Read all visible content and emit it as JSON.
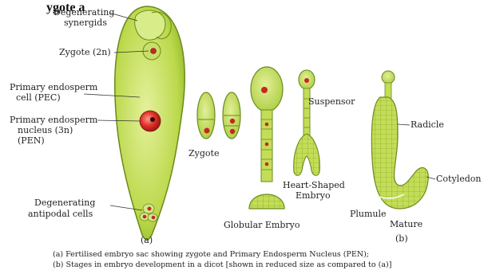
{
  "header_fragment": "ygote a",
  "labels": {
    "degenerating_synergids": [
      "Degenerating",
      "synergids"
    ],
    "zygote_2n": "Zygote (2n)",
    "pec": [
      "Primary endosperm",
      "cell (PEC)"
    ],
    "pen": [
      "Primary endosperm",
      "nucleus (3n)",
      "(PEN)"
    ],
    "antipodal": [
      "Degenerating",
      "antipodal cells"
    ],
    "zygote": "Zygote",
    "globular": "Globular Embryo",
    "suspensor": "Suspensor",
    "heart": [
      "Heart-Shaped",
      "Embryo"
    ],
    "radicle": "Radicle",
    "cotyledon": "Cotyledon",
    "plumule": "Plumule",
    "mature": "Mature"
  },
  "panels": {
    "a": "(a)",
    "b": "(b)"
  },
  "caption": [
    "(a) Fertilised embryo sac showing zygote and Primary Endosperm Nucleus (PEN);",
    "(b) Stages in embryo development in a dicot [shown in reduced size as compared to (a)]"
  ],
  "colors": {
    "cell_fill": "#b9d94a",
    "cell_light": "#dcec8e",
    "outline": "#6a8a1c",
    "nucleus": "#d63a2c",
    "nucleus_dark": "#8a1a12",
    "text": "#222222"
  }
}
